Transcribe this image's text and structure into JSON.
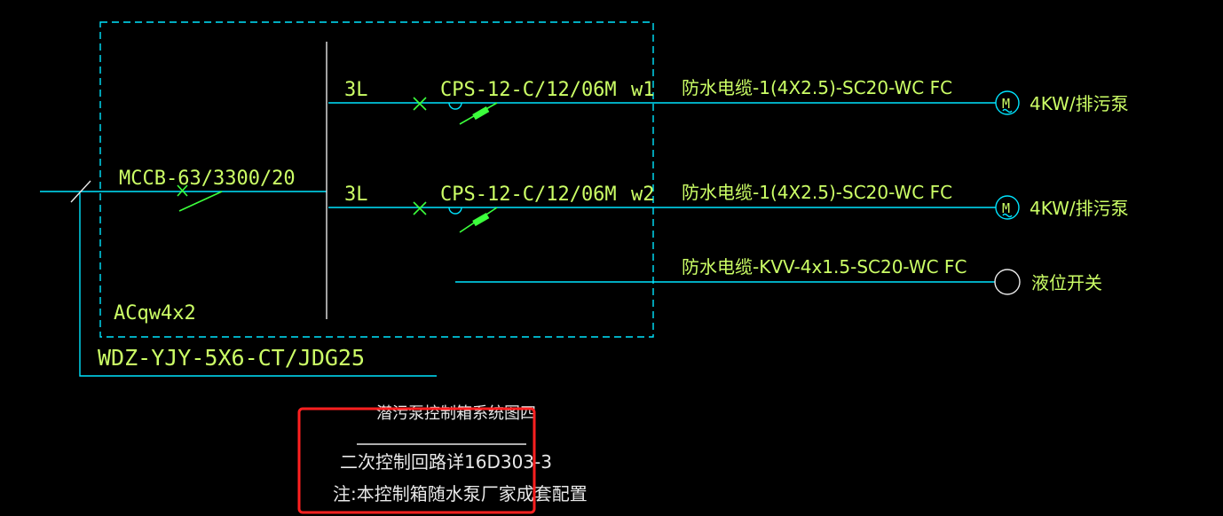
{
  "panel": {
    "incoming_breaker": "MCCB-63/3300/20",
    "box_code": "ACqw4x2",
    "feeder_cable": "WDZ-YJY-5X6-CT/JDG25"
  },
  "circuits": [
    {
      "phase": "3L",
      "device": "CPS-12-C/12/06M",
      "circuit_id": "w1",
      "cable": "防水电缆-1(4X2.5)-SC20-WC FC",
      "load": "4KW/排污泵",
      "symbol": "M"
    },
    {
      "phase": "3L",
      "device": "CPS-12-C/12/06M",
      "circuit_id": "w2",
      "cable": "防水电缆-1(4X2.5)-SC20-WC FC",
      "load": "4KW/排污泵",
      "symbol": "M"
    },
    {
      "phase": "",
      "device": "",
      "circuit_id": "",
      "cable": "防水电缆-KVV-4x1.5-SC20-WC FC",
      "load": "液位开关",
      "symbol": ""
    }
  ],
  "notes": {
    "title": "潜污泵控制箱系统图四",
    "line1": "二次控制回路详16D303-3",
    "line2": "注:本控制箱随水泵厂家成套配置"
  },
  "colors": {
    "line": "#00e5ff",
    "text": "#ccff66",
    "breaker": "#3cff3c",
    "highlight": "#ff2020",
    "white": "#e8e8e8",
    "background": "#000000"
  }
}
